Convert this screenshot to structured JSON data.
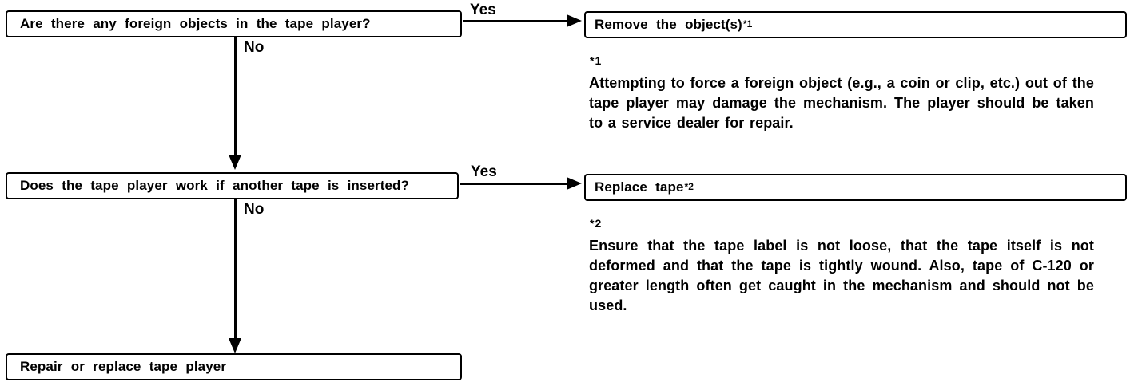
{
  "flowchart": {
    "nodes": {
      "q1": {
        "label": "Are there any foreign objects in the tape player?"
      },
      "a1": {
        "label": "Remove the object(s)",
        "footnote_ref": "*1"
      },
      "q2": {
        "label": "Does the tape player work if another tape is inserted?"
      },
      "a2": {
        "label": "Replace tape",
        "footnote_ref": "*2"
      },
      "end": {
        "label": "Repair or replace tape player"
      }
    },
    "edges": {
      "q1_yes": "Yes",
      "q1_no": "No",
      "q2_yes": "Yes",
      "q2_no": "No"
    },
    "footnotes": {
      "f1": {
        "marker": "*1",
        "text": "Attempting to force a foreign object (e.g., a coin or clip, etc.) out of the tape player may damage the mechanism. The player should be taken to a service dealer for repair."
      },
      "f2": {
        "marker": "*2",
        "text": "Ensure that the tape label is not loose, that the tape itself is not deformed and that the tape is tightly wound. Also, tape of C-120 or greater length often get caught in the mechanism and should not be used."
      }
    },
    "colors": {
      "ink": "#000000",
      "paper": "#ffffff"
    }
  }
}
